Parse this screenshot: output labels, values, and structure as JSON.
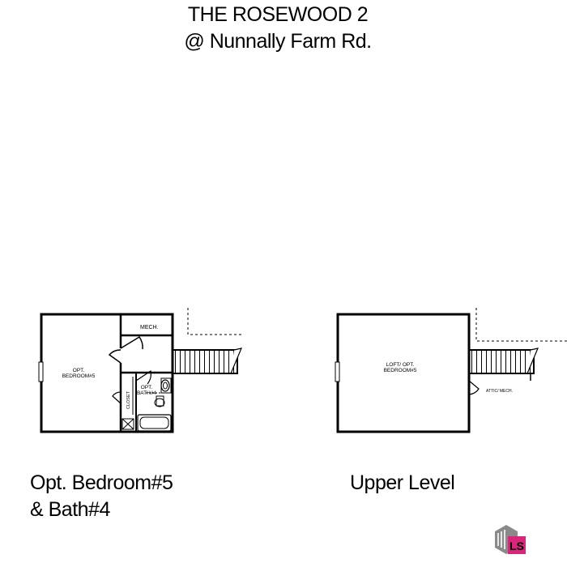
{
  "header": {
    "title_line1": "THE ROSEWOOD 2",
    "title_line2": "@ Nunnally Farm Rd."
  },
  "plans": {
    "left": {
      "caption_line1": "Opt. Bedroom#5",
      "caption_line2": "& Bath#4",
      "rooms": {
        "mech": "MECH.",
        "bedroom_line1": "OPT.",
        "bedroom_line2": "BEDROOM#5",
        "bath_line1": "OPT.",
        "bath_line2": "BATH#4",
        "closet": "CLOSET"
      }
    },
    "right": {
      "caption": "Upper Level",
      "rooms": {
        "loft_line1": "LOFT/ OPT.",
        "loft_line2": "BEDROOM#5",
        "attic": "ATTIC/ MECH."
      }
    }
  },
  "logo": {
    "mark": "LS",
    "colors": {
      "gray": "#8a8a8a",
      "pink": "#d9267a"
    }
  }
}
